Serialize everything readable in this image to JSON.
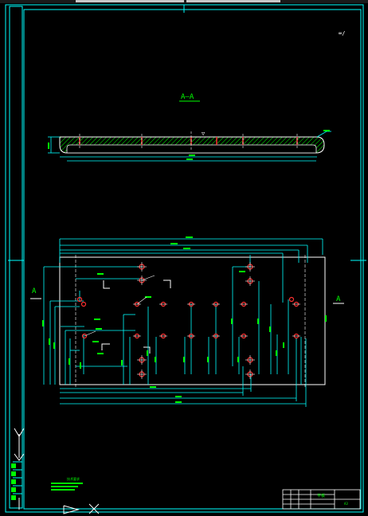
{
  "section_label": "A—A",
  "view_marker_left": "A",
  "view_marker_right": "A",
  "roughness_note": "▽",
  "corner_mark": "∞/",
  "title_block": {
    "part_name": "平板",
    "drawing_no": "A3"
  },
  "tech_requirements_title": "技术要求",
  "colors": {
    "frame": "#00ffff",
    "dimension": "#00ffff",
    "text": "#00ff00",
    "hole": "#ff3030",
    "center_mark": "#ffffff",
    "hatch": "#00ff00"
  },
  "icons": {
    "ucs": "ucs-axis-icon",
    "frame": "drawing-frame"
  }
}
